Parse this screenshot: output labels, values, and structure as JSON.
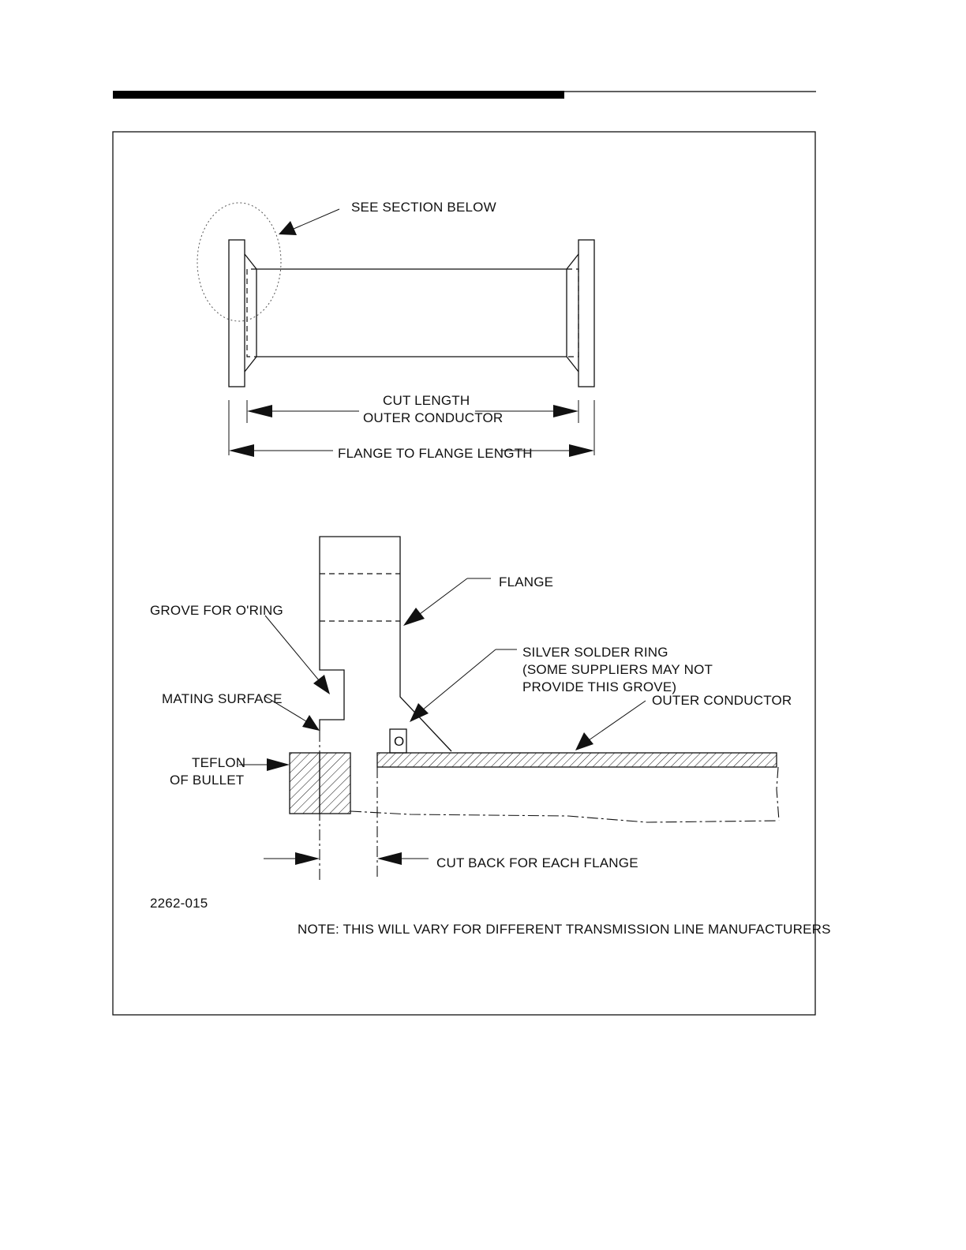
{
  "figure": {
    "labels": {
      "see_section": "SEE SECTION BELOW",
      "cut_length_line1": "CUT LENGTH",
      "cut_length_line2": "OUTER CONDUCTOR",
      "flange_to_flange": "FLANGE TO FLANGE LENGTH",
      "flange": "FLANGE",
      "grove": "GROVE FOR O'RING",
      "mating": "MATING SURFACE",
      "silver_line1": "SILVER SOLDER RING",
      "silver_line2": "(SOME SUPPLIERS MAY NOT",
      "silver_line3": "PROVIDE THIS GROVE)",
      "outer_conductor": "OUTER CONDUCTOR",
      "teflon_line1": "TEFLON",
      "teflon_line2": "OF BULLET",
      "ring_mark": "O",
      "cut_back": "CUT BACK FOR EACH FLANGE",
      "figure_number": "2262-015",
      "note": "NOTE:  THIS WILL VARY FOR DIFFERENT TRANSMISSION LINE MANUFACTURERS"
    }
  }
}
